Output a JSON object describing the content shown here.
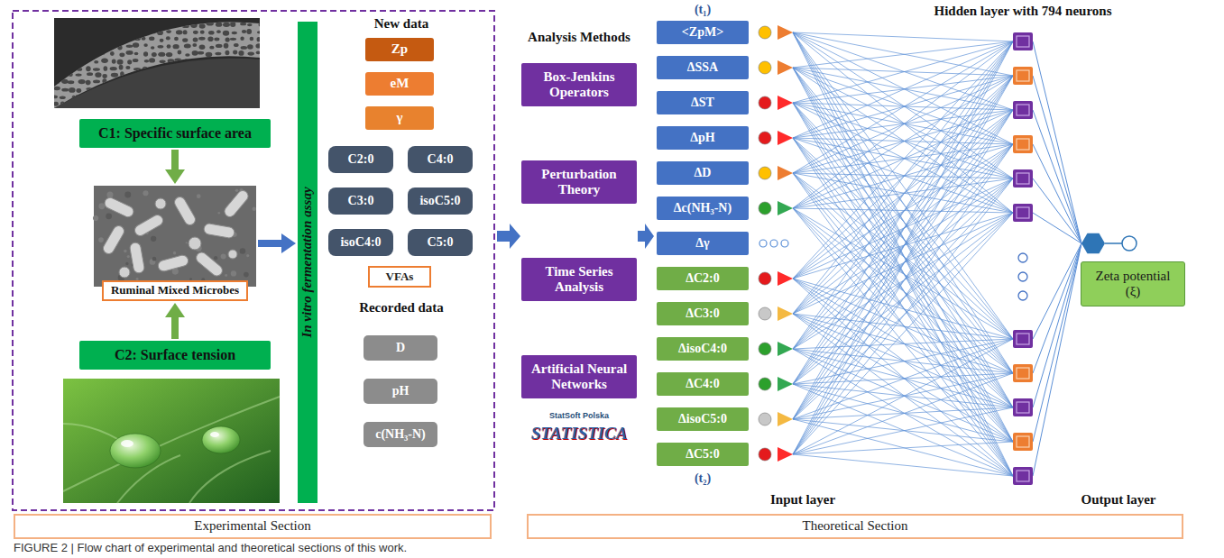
{
  "diagram": {
    "caption": "FIGURE 2 | Flow chart of experimental and theoretical sections of this work.",
    "nodes": [
      {
        "text": [
          "C1: Specific surface area"
        ]
      },
      {
        "text": [
          "Ruminal Mixed Microbes"
        ]
      },
      {
        "text": [
          "C2: Surface tension"
        ]
      },
      {
        "text": [
          "In vitro fermentation assay"
        ]
      },
      {
        "text": [
          "Zp"
        ]
      },
      {
        "text": [
          "eM"
        ]
      },
      {
        "text": [
          "γ"
        ]
      },
      {
        "text": [
          "C2:0"
        ]
      },
      {
        "text": [
          "C4:0"
        ]
      },
      {
        "text": [
          "C3:0"
        ]
      },
      {
        "text": [
          "isoC5:0"
        ]
      },
      {
        "text": [
          "isoC4:0"
        ]
      },
      {
        "text": [
          "C5:0"
        ]
      },
      {
        "text": [
          "VFAs"
        ]
      },
      {
        "text": [
          "D"
        ]
      },
      {
        "text": [
          "pH"
        ]
      },
      {
        "text": [
          "c(NH₃-N)"
        ]
      },
      {
        "text": [
          "Box-Jenkins Operators"
        ]
      },
      {
        "text": [
          "Perturbation Theory"
        ]
      },
      {
        "text": [
          "Time Series Analysis"
        ]
      },
      {
        "text": [
          "Artificial Neural Networks"
        ]
      },
      {
        "text": [
          "<ZpM>"
        ]
      },
      {
        "text": [
          "ΔSSA"
        ]
      },
      {
        "text": [
          "ΔST"
        ]
      },
      {
        "text": [
          "ΔpH"
        ]
      },
      {
        "text": [
          "ΔD"
        ]
      },
      {
        "text": [
          "Δc(NH₃-N)"
        ]
      },
      {
        "text": [
          "Δγ"
        ]
      },
      {
        "text": [
          "ΔC2:0"
        ]
      },
      {
        "text": [
          "ΔC3:0"
        ]
      },
      {
        "text": [
          "ΔisoC4:0"
        ]
      },
      {
        "text": [
          "ΔC4:0"
        ]
      },
      {
        "text": [
          "ΔisoC5:0"
        ]
      },
      {
        "text": [
          "ΔC5:0"
        ]
      },
      {
        "text": [
          "Zeta potential (ξ)"
        ]
      },
      {
        "text": [
          "Experimental Section"
        ]
      },
      {
        "text": [
          "Theoretical Section"
        ]
      }
    ],
    "edges": [
      {
        "from": 0,
        "to": 1,
        "arrow": "to"
      },
      {
        "from": 2,
        "to": 1,
        "arrow": "to"
      },
      {
        "from": 1,
        "to": 3,
        "arrow": "to"
      }
    ],
    "labels": [
      "New data",
      "Recorded data",
      "Analysis Methods",
      "StatSoft Polska",
      "STATISTICA",
      "(t₁)",
      "(t₂)",
      "Hidden layer with 794 neurons",
      "Input layer",
      "Output layer"
    ]
  }
}
